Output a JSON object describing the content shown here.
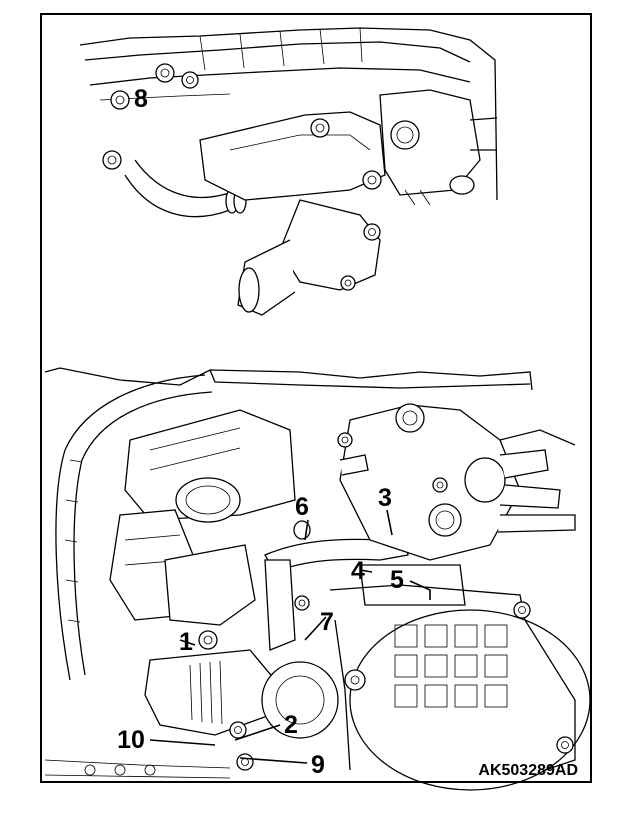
{
  "figure_id": "AK503289AD",
  "panels": {
    "top": {
      "callouts": [
        "8"
      ]
    },
    "bottom": {
      "callouts": [
        "1",
        "2",
        "3",
        "4",
        "5",
        "6",
        "7",
        "9",
        "10"
      ]
    }
  }
}
